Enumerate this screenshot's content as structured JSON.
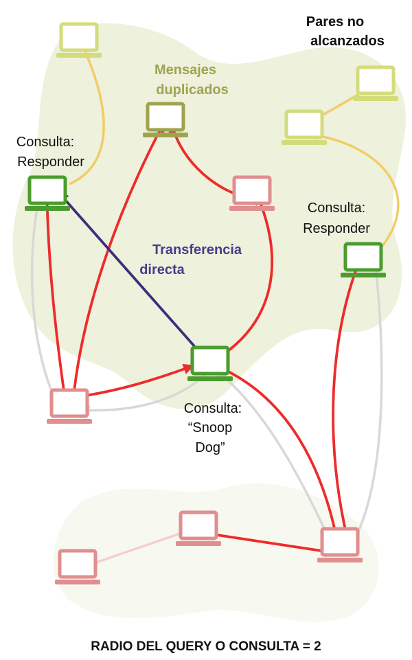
{
  "labels": {
    "unreached_line1": "Pares no",
    "unreached_line2": "alcanzados",
    "duplicates_line1": "Mensajes",
    "duplicates_line2": "duplicados",
    "query_reply_left_line1": "Consulta:",
    "query_reply_left_line2": "Responder",
    "query_reply_right_line1": "Consulta:",
    "query_reply_right_line2": "Responder",
    "direct_line1": "Transferencia",
    "direct_line2": "directa",
    "query_line1": "Consulta:",
    "query_line2": "“Snoop",
    "query_line3": "Dog”",
    "footer": "RADIO DEL QUERY O CONSULTA = 2"
  },
  "colors": {
    "blob": "#eef1dc",
    "unreached": "#d3dc7a",
    "duplicate": "#9ea34f",
    "responder": "#4b9c2e",
    "peer": "#e08e8e",
    "query_arrow": "#ee2b2b",
    "reply_arrow": "#f2cc66",
    "back_arrow": "#d8d8d8",
    "direct_arrow": "#3a307a",
    "duplicate_text": "#9ea34f",
    "direct_text": "#4a3a8c",
    "text": "#111111"
  },
  "nodes": [
    {
      "id": "n-top-left",
      "role": "unreached",
      "icon": "laptop-icon"
    },
    {
      "id": "n-top-right-1",
      "role": "unreached",
      "icon": "laptop-icon"
    },
    {
      "id": "n-top-right-2",
      "role": "unreached",
      "icon": "laptop-icon"
    },
    {
      "id": "n-duplicate",
      "role": "duplicate",
      "icon": "laptop-icon"
    },
    {
      "id": "n-responder-left",
      "role": "responder",
      "icon": "laptop-icon"
    },
    {
      "id": "n-responder-right",
      "role": "responder",
      "icon": "laptop-icon"
    },
    {
      "id": "n-origin",
      "role": "responder",
      "icon": "laptop-icon"
    },
    {
      "id": "n-peer-mid",
      "role": "peer",
      "icon": "laptop-icon"
    },
    {
      "id": "n-peer-left",
      "role": "peer",
      "icon": "laptop-icon"
    },
    {
      "id": "n-peer-bottom-mid",
      "role": "peer",
      "icon": "laptop-icon"
    },
    {
      "id": "n-peer-bottom-left",
      "role": "peer",
      "icon": "laptop-icon"
    },
    {
      "id": "n-peer-bottom-right",
      "role": "peer",
      "icon": "laptop-icon"
    }
  ]
}
